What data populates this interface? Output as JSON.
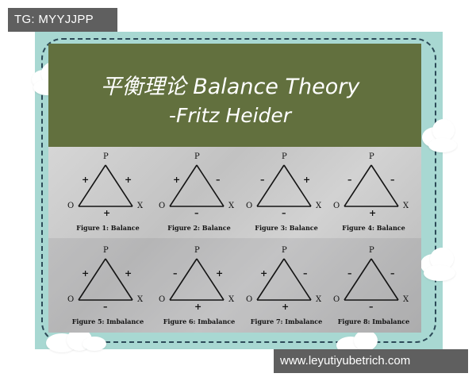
{
  "watermark_top": "TG: MYYJJPP",
  "watermark_bottom": "www.leyutiyubetrich.com",
  "title": {
    "line1": "平衡理论 Balance Theory",
    "line2": "-Fritz Heider"
  },
  "vertex_labels": {
    "top": "P",
    "left": "O",
    "right": "X"
  },
  "figures": [
    {
      "caption": "Figure 1: Balance",
      "left_sign": "+",
      "right_sign": "+",
      "bottom_sign": "+"
    },
    {
      "caption": "Figure 2: Balance",
      "left_sign": "+",
      "right_sign": "–",
      "bottom_sign": "–"
    },
    {
      "caption": "Figure 3: Balance",
      "left_sign": "–",
      "right_sign": "+",
      "bottom_sign": "–"
    },
    {
      "caption": "Figure 4: Balance",
      "left_sign": "–",
      "right_sign": "–",
      "bottom_sign": "+"
    },
    {
      "caption": "Figure 5: Imbalance",
      "left_sign": "+",
      "right_sign": "+",
      "bottom_sign": "–"
    },
    {
      "caption": "Figure 6: Imbalance",
      "left_sign": "–",
      "right_sign": "+",
      "bottom_sign": "+"
    },
    {
      "caption": "Figure 7: Imbalance",
      "left_sign": "+",
      "right_sign": "–",
      "bottom_sign": "+"
    },
    {
      "caption": "Figure 8: Imbalance",
      "left_sign": "–",
      "right_sign": "–",
      "bottom_sign": "–"
    }
  ]
}
